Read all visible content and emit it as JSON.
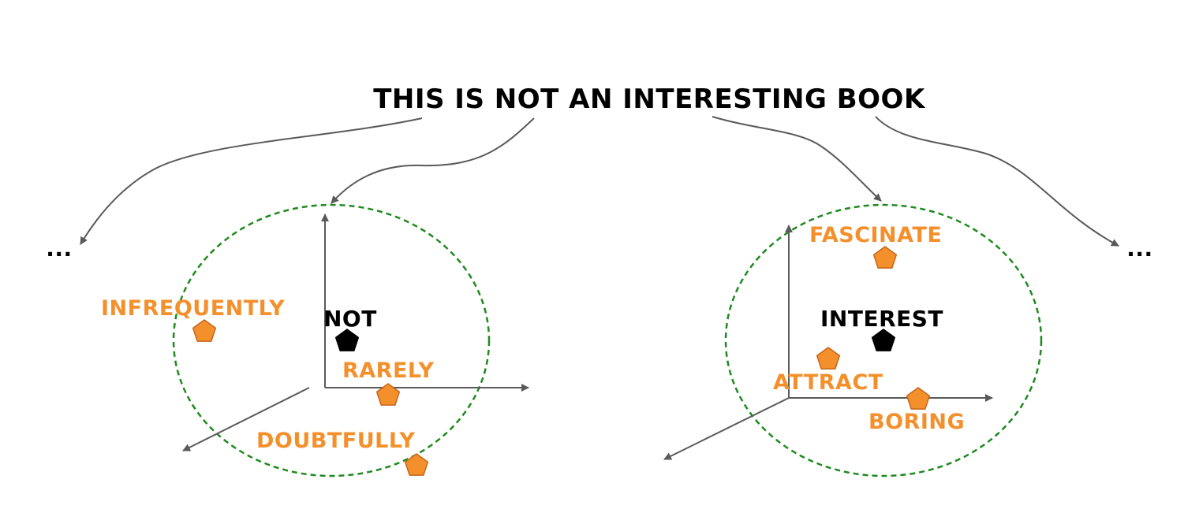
{
  "sentence": "THIS IS NOT AN INTERESTING BOOK",
  "ellipsis_left": "...",
  "ellipsis_right": "...",
  "colors": {
    "label": "#f4902c",
    "focus_label": "#000000",
    "marker_fill": "#f4902c",
    "marker_stroke": "#c8641a",
    "focus_marker": "#000000",
    "circle": "#1f8a1f",
    "axis": "#5a5a5a",
    "arrow": "#5a5a5a"
  },
  "left_space": {
    "focus_word": "NOT",
    "neighbors": [
      {
        "label": "INFREQUENTLY"
      },
      {
        "label": "RARELY"
      },
      {
        "label": "DOUBTFULLY"
      }
    ]
  },
  "right_space": {
    "focus_word": "INTEREST",
    "neighbors": [
      {
        "label": "FASCINATE"
      },
      {
        "label": "ATTRACT"
      },
      {
        "label": "BORING"
      }
    ]
  }
}
